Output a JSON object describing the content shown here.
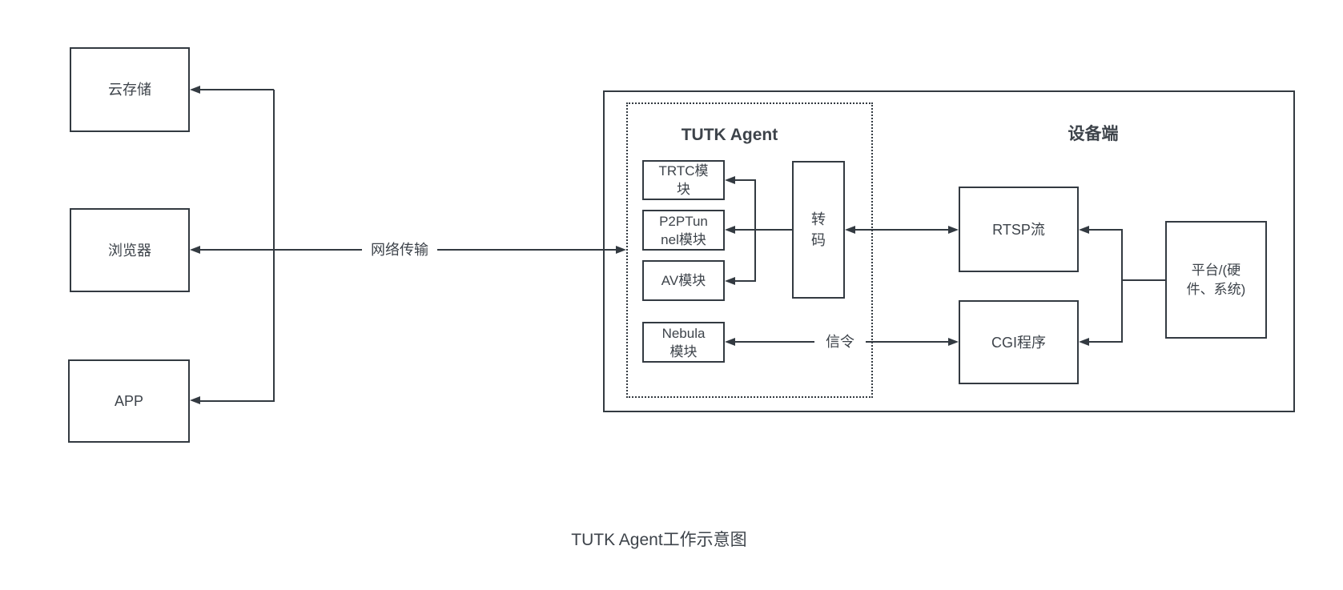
{
  "diagram": {
    "caption": "TUTK Agent工作示意图",
    "groups": {
      "tutk_agent": "TUTK Agent",
      "device_side": "设备端"
    },
    "edge_labels": {
      "network_transfer": "网络传输",
      "signaling": "信令"
    },
    "nodes": {
      "cloud_storage": "云存储",
      "browser": "浏览器",
      "app": "APP",
      "trtc_module": "TRTC模块",
      "p2p_tunnel_module": "P2PTunnel模块",
      "av_module": "AV模块",
      "nebula_module": "Nebula模块",
      "transcode": "转码",
      "rtsp_stream": "RTSP流",
      "cgi_program": "CGI程序",
      "platform": "平台/(硬件、系统)"
    },
    "colors": {
      "stroke": "#333a41",
      "text": "#3d434a",
      "background": "#ffffff"
    }
  }
}
